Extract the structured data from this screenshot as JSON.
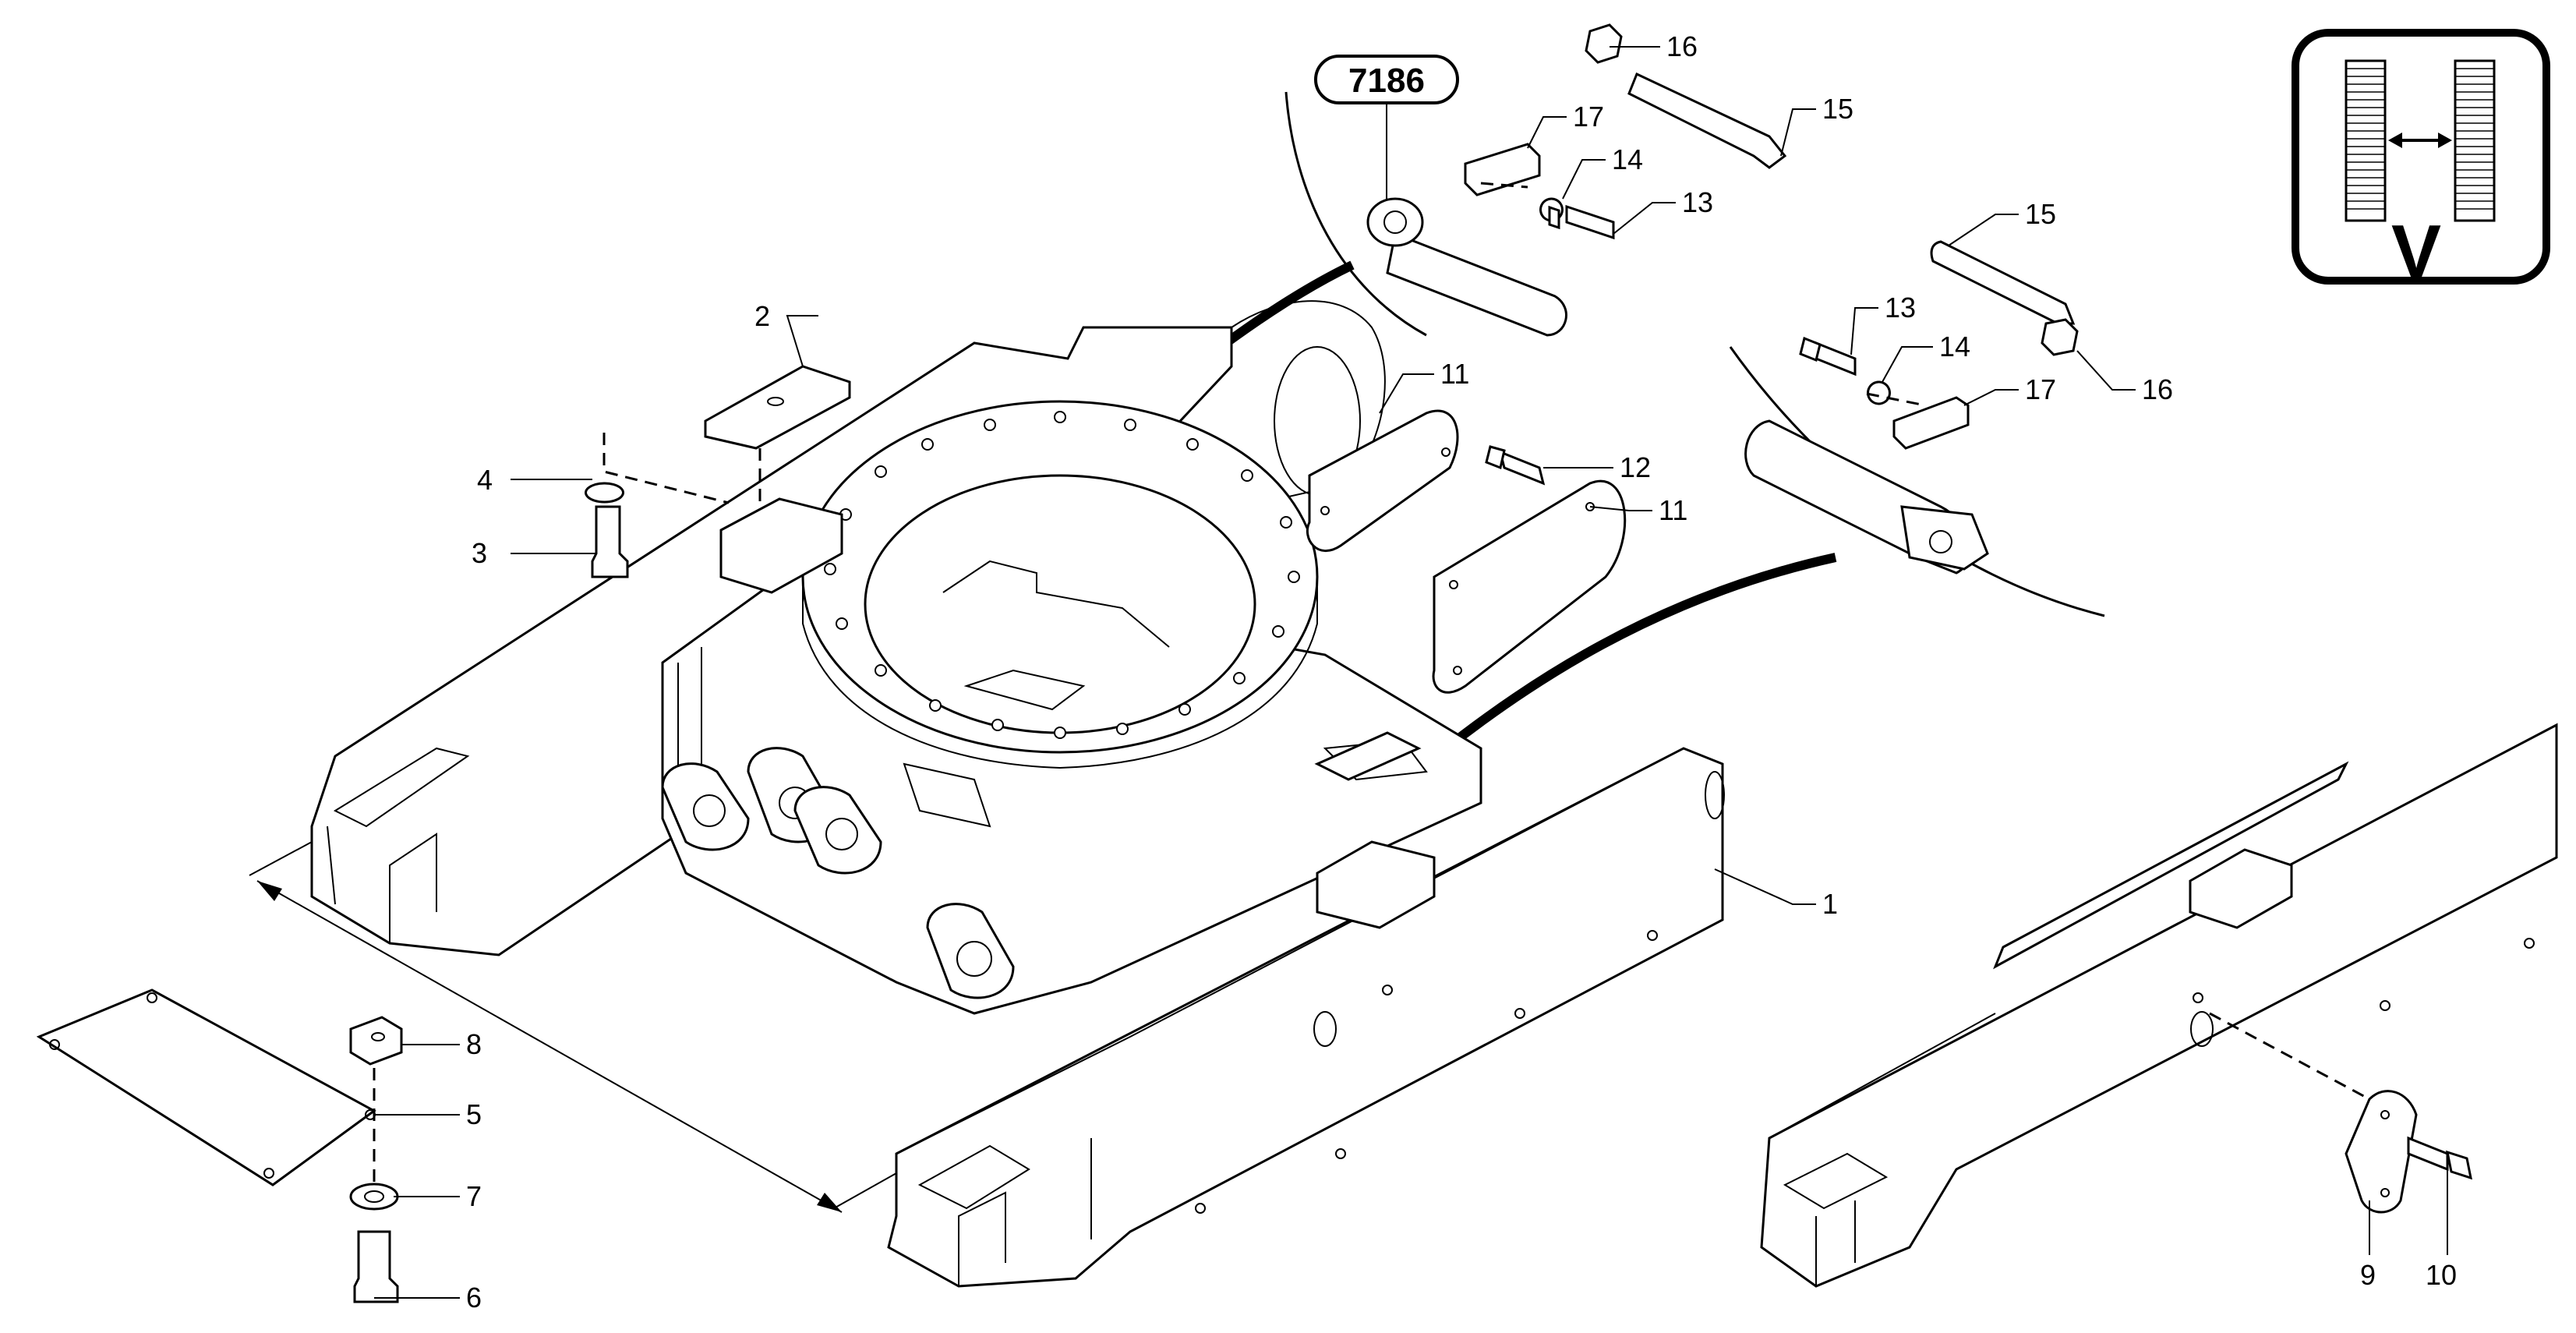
{
  "reference": {
    "code": "7186"
  },
  "view_badge": {
    "letter": "V",
    "icon": "track-gauge-icon"
  },
  "callouts": [
    {
      "id": "c1",
      "label": "1"
    },
    {
      "id": "c2",
      "label": "2"
    },
    {
      "id": "c3",
      "label": "3"
    },
    {
      "id": "c4",
      "label": "4"
    },
    {
      "id": "c5",
      "label": "5"
    },
    {
      "id": "c6",
      "label": "6"
    },
    {
      "id": "c7",
      "label": "7"
    },
    {
      "id": "c8",
      "label": "8"
    },
    {
      "id": "c9",
      "label": "9"
    },
    {
      "id": "c10",
      "label": "10"
    },
    {
      "id": "c11a",
      "label": "11"
    },
    {
      "id": "c11b",
      "label": "11"
    },
    {
      "id": "c12",
      "label": "12"
    },
    {
      "id": "c13a",
      "label": "13"
    },
    {
      "id": "c13b",
      "label": "13"
    },
    {
      "id": "c14a",
      "label": "14"
    },
    {
      "id": "c14b",
      "label": "14"
    },
    {
      "id": "c15a",
      "label": "15"
    },
    {
      "id": "c15b",
      "label": "15"
    },
    {
      "id": "c16a",
      "label": "16"
    },
    {
      "id": "c16b",
      "label": "16"
    },
    {
      "id": "c17a",
      "label": "17"
    },
    {
      "id": "c17b",
      "label": "17"
    }
  ]
}
